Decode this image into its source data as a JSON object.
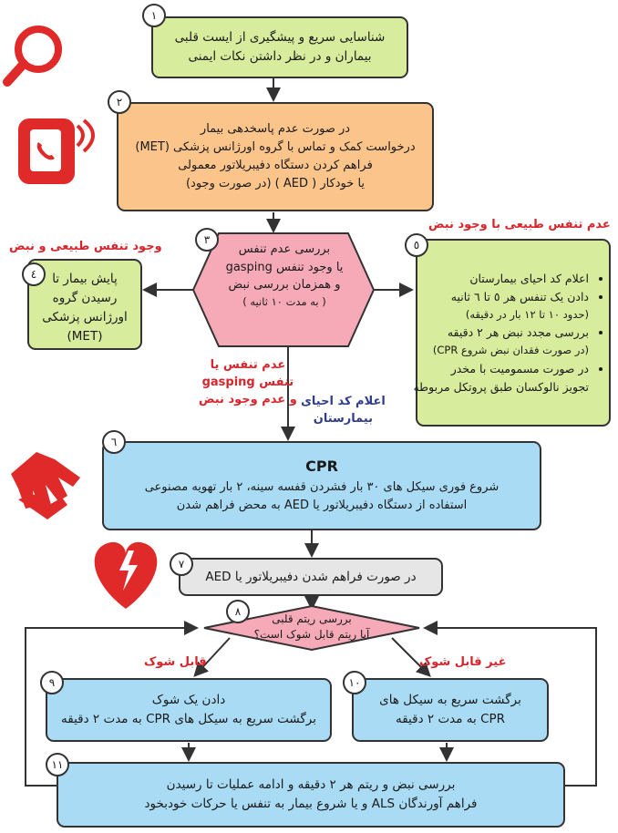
{
  "steps": {
    "s1": {
      "num": "١",
      "lines": [
        "شناسایی سریع و پیشگیری از ایست قلبی",
        "بیماران و در نظر داشتن نکات ایمنی"
      ]
    },
    "s2": {
      "num": "٢",
      "lines": [
        "در صورت عدم پاسخدهی بیمار",
        "درخواست کمک و تماس با گروه اورژانس پزشکی (MET)",
        "فراهم کردن دستگاه دفیبریلاتور معمولی",
        "یا خودکار ( AED ) (در صورت وجود)"
      ]
    },
    "s3": {
      "num": "٣",
      "lines": [
        "بررسی عدم تنفس",
        "یا وجود تنفس gasping",
        "و همزمان بررسی نبض",
        "( به مدت ١٠ ثانیه )"
      ]
    },
    "s4": {
      "num": "٤",
      "lines": [
        "پایش بیمار تا",
        "رسیدن گروه",
        "اورژانس پزشکی",
        "(MET)"
      ]
    },
    "s5": {
      "num": "٥",
      "items": [
        "اعلام کد احیای بیمارستان",
        "دادن یک تنفس هر ٥ تا ٦ ثانیه",
        "(حدود ١٠ تا ١٢ بار در دقیقه)",
        "بررسی مجدد نبض هر ٢ دقیقه",
        "(در صورت فقدان نبض شروع CPR)",
        "در صورت مسمومیت با مخدر",
        "تجویز نالوکسان طبق پروتکل مربوطه"
      ]
    },
    "s6": {
      "num": "٦",
      "title": "CPR",
      "lines": [
        "شروع فوری سیکل های ٣٠ بار فشردن قفسه سینه، ٢ بار تهویه مصنوعی",
        "استفاده از دستگاه دفیبریلاتور یا AED  به محض فراهم شدن"
      ]
    },
    "s7": {
      "num": "٧",
      "text": "در صورت فراهم شدن دفیبریلاتور  یا AED"
    },
    "s8": {
      "num": "٨",
      "lines": [
        "بررسی ریتم قلبی",
        "آیا ریتم قابل شوک است؟"
      ]
    },
    "s9": {
      "num": "٩",
      "lines": [
        "دادن یک شوک",
        "برگشت سریع به سیکل های CPR  به مدت ٢ دقیقه"
      ]
    },
    "s10": {
      "num": "١٠",
      "lines": [
        "برگشت سریع به سیکل های",
        "CPR به مدت ٢ دقیقه"
      ]
    },
    "s11": {
      "num": "١١",
      "lines": [
        "بررسی نبض و ریتم هر ٢ دقیقه و  ادامه عملیات تا رسیدن",
        "فراهم آورندگان ALS و یا  شروع بیمار به تنفس یا حرکات خودبخود"
      ]
    }
  },
  "labels": {
    "breath_pulse": "وجود تنفس طبیعی و نبض",
    "no_breath_with_pulse": "عدم تنفس طبیعی با وجود نبض",
    "no_breath_no_pulse": [
      "عدم تنفس یا",
      "تنفس gasping",
      "و عدم وجود نبض"
    ],
    "announce_code": [
      "اعلام کد احیای",
      "بیمارستان"
    ],
    "shockable": "قابل شوک",
    "non_shockable": "غیر قابل شوک"
  },
  "icons": [
    "magnifier-icon",
    "phone-call-icon",
    "cpr-hands-icon",
    "heart-shock-icon"
  ],
  "colors": {
    "green": "#d7ec9c",
    "orange": "#fbc48a",
    "blue": "#a9dcf4",
    "pink": "#f6aab8",
    "gray": "#e6e6e6",
    "red": "#d6262b"
  }
}
